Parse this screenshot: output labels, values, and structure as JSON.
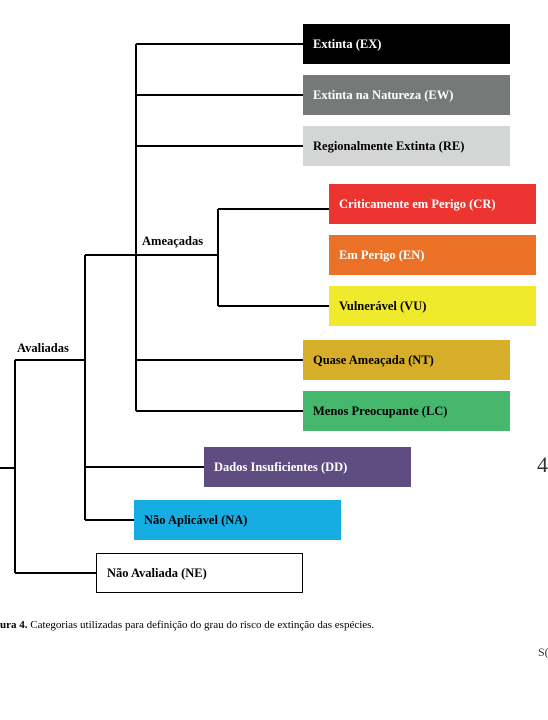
{
  "categories": {
    "ex": {
      "label": "Extinta (EX)",
      "color": "#000000",
      "text_color": "#ffffff"
    },
    "ew": {
      "label": "Extinta na Natureza  (EW)",
      "color": "#777878",
      "text_color": "#ffffff"
    },
    "re": {
      "label": "Regionalmente Extinta (RE)",
      "color": "#d4d5d5",
      "text_color": "#000000"
    },
    "cr": {
      "label": "Criticamente em Perigo (CR)",
      "color": "#ec3431",
      "text_color": "#ffffff"
    },
    "en": {
      "label": "Em Perigo (EN)",
      "color": "#ea7125",
      "text_color": "#ffffff"
    },
    "vu": {
      "label": "Vulnerável (VU)",
      "color": "#efea2b",
      "text_color": "#000000"
    },
    "nt": {
      "label": "Quase Ameaçada (NT)",
      "color": "#d6ae2a",
      "text_color": "#000000"
    },
    "lc": {
      "label": "Menos Preocupante (LC)",
      "color": "#46b86e",
      "text_color": "#000000"
    },
    "dd": {
      "label": "Dados Insuficientes (DD)",
      "color": "#5f4d82",
      "text_color": "#ffffff"
    },
    "na": {
      "label": "Não Aplicável (NA)",
      "color": "#16ade2",
      "text_color": "#000000"
    },
    "ne": {
      "label": "Não Avaliada (NE)",
      "color": "#ffffff",
      "text_color": "#000000"
    }
  },
  "groups": {
    "avaliadas": "Avaliadas",
    "ameacadas": "Ameaçadas"
  },
  "caption": {
    "prefix": "ura 4.",
    "text": " Categorias utilizadas para definição do grau do risco de extinção das espécies."
  },
  "edge_text": {
    "right_numeral": "4",
    "bottom_right": "S("
  }
}
